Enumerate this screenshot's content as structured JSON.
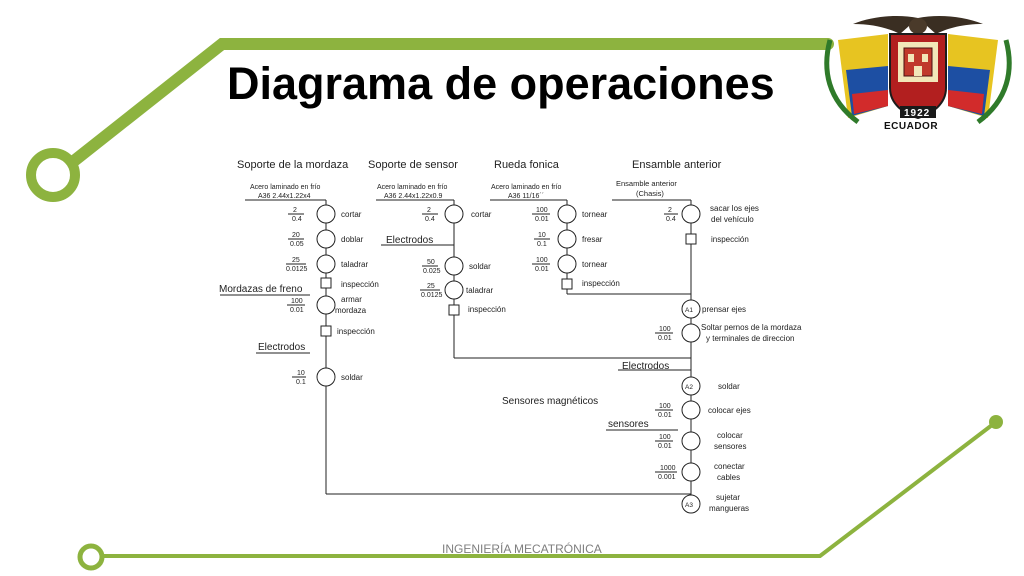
{
  "slide": {
    "title": "Diagrama de operaciones",
    "footer": "INGENIERÍA MECATRÓNICA",
    "emblem_year": "1922",
    "emblem_country": "ECUADOR",
    "accent_color": "#8db33f"
  },
  "columns": {
    "c1": {
      "header": "Soporte de la mordaza",
      "material1": "Acero laminado en frío",
      "material2": "A36 2.44x1.22x4"
    },
    "c2": {
      "header": "Soporte de sensor",
      "material1": "Acero laminado en frío",
      "material2": "A36 2.44x1.22x0.9"
    },
    "c3": {
      "header": "Rueda fonica",
      "material1": "Acero laminado en frío",
      "material2": "A36 11/16´´"
    },
    "c4": {
      "header": "Ensamble anterior",
      "material1": "Ensamble anterior",
      "material2": "(Chasis)"
    }
  },
  "ops": {
    "c1_cortar": {
      "top": "2",
      "bottom": "0.4",
      "label": "cortar"
    },
    "c1_doblar": {
      "top": "20",
      "bottom": "0.05",
      "label": "doblar"
    },
    "c1_taladrar": {
      "top": "25",
      "bottom": "0.0125",
      "label": "taladrar"
    },
    "c1_inspeccion": {
      "label": "inspección"
    },
    "c1_armar": {
      "top": "100",
      "bottom": "0.01",
      "label1": "armar",
      "label2": "mordaza"
    },
    "c1_inspeccion2": {
      "label": "inspección"
    },
    "c1_soldar": {
      "top": "10",
      "bottom": "0.1",
      "label": "soldar"
    },
    "c2_cortar": {
      "top": "2",
      "bottom": "0.4",
      "label": "cortar"
    },
    "c2_soldar": {
      "top": "50",
      "bottom": "0.025",
      "label": "soldar"
    },
    "c2_taladrar": {
      "top": "25",
      "bottom": "0.0125",
      "label": "taladrar"
    },
    "c2_inspeccion": {
      "label": "inspección"
    },
    "c3_tornear": {
      "top": "100",
      "bottom": "0.01",
      "label": "tornear"
    },
    "c3_fresar": {
      "top": "10",
      "bottom": "0.1",
      "label": "fresar"
    },
    "c3_tornear2": {
      "top": "100",
      "bottom": "0.01",
      "label": "tornear"
    },
    "c3_inspeccion": {
      "label": "inspección"
    },
    "c4_sacar": {
      "top": "2",
      "bottom": "0.4",
      "label1": "sacar los ejes",
      "label2": "del vehículo"
    },
    "c4_inspeccion": {
      "label": "inspección"
    },
    "a1": {
      "tag": "A1",
      "label": "prensar ejes"
    },
    "c4_soltar": {
      "top": "100",
      "bottom": "0.01",
      "label1": "Soltar pernos de la mordaza",
      "label2": "y terminales de direccion"
    },
    "a2": {
      "tag": "A2",
      "label": "soldar"
    },
    "c4_colocar_ejes": {
      "top": "100",
      "bottom": "0.01",
      "label": "colocar ejes"
    },
    "c4_colocar_sensores": {
      "top": "100",
      "bottom": "0.01",
      "label1": "colocar",
      "label2": "sensores"
    },
    "c4_conectar": {
      "top": "1000",
      "bottom": "0.001",
      "label1": "conectar",
      "label2": "cables"
    },
    "a3": {
      "tag": "A3",
      "label1": "sujetar",
      "label2": "mangueras"
    }
  },
  "inputs": {
    "mordazas": "Mordazas de freno",
    "electrodos1": "Electrodos",
    "electrodos2": "Electrodos",
    "electrodos3": "Electrodos",
    "sensores_mag": "Sensores magnéticos",
    "sensores": "sensores"
  }
}
